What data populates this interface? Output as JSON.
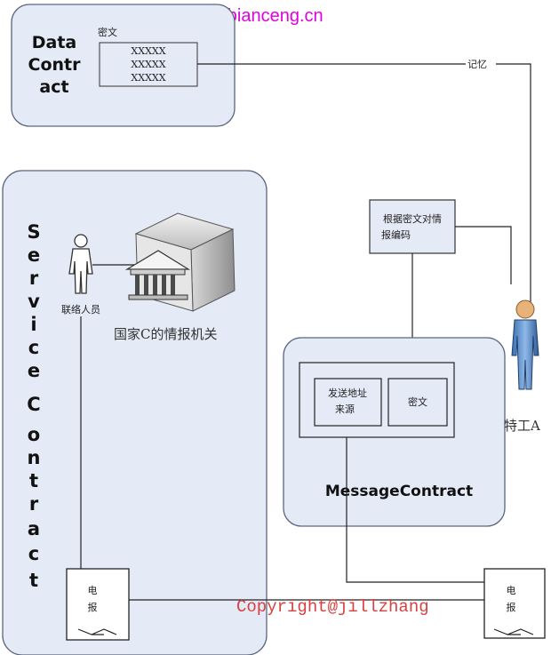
{
  "watermark": "www.bianceng.cn",
  "data_contract": {
    "title_line1": "Data",
    "title_line2": "Contr",
    "title_line3": "act",
    "cipher_label": "密文",
    "rows": [
      "XXXXX",
      "XXXXX",
      "XXXXX"
    ]
  },
  "memory_label": "记忆",
  "encode_box": {
    "line1": "根据密文对情",
    "line2": "报编码"
  },
  "service_contract": {
    "title_chars": [
      "S",
      "e",
      "r",
      "v",
      "i",
      "c",
      "e",
      "C",
      "o",
      "n",
      "t",
      "r",
      "a",
      "c",
      "t"
    ],
    "liaison_label": "联络人员",
    "agency_label": "国家C的情报机关",
    "telegram_line1": "电",
    "telegram_line2": "报"
  },
  "message_contract": {
    "title": "MessageContract",
    "sender_line1": "发送地址",
    "sender_line2": "来源",
    "cipher_label": "密文"
  },
  "agent_label": "特工A",
  "right_telegram": {
    "line1": "电",
    "line2": "报"
  },
  "copyright": "Copyright@jillzhang",
  "colors": {
    "panel_fill": "#e4eaf6",
    "panel_stroke": "#5a6680",
    "watermark": "#e000e0",
    "copyright": "#d94040"
  }
}
